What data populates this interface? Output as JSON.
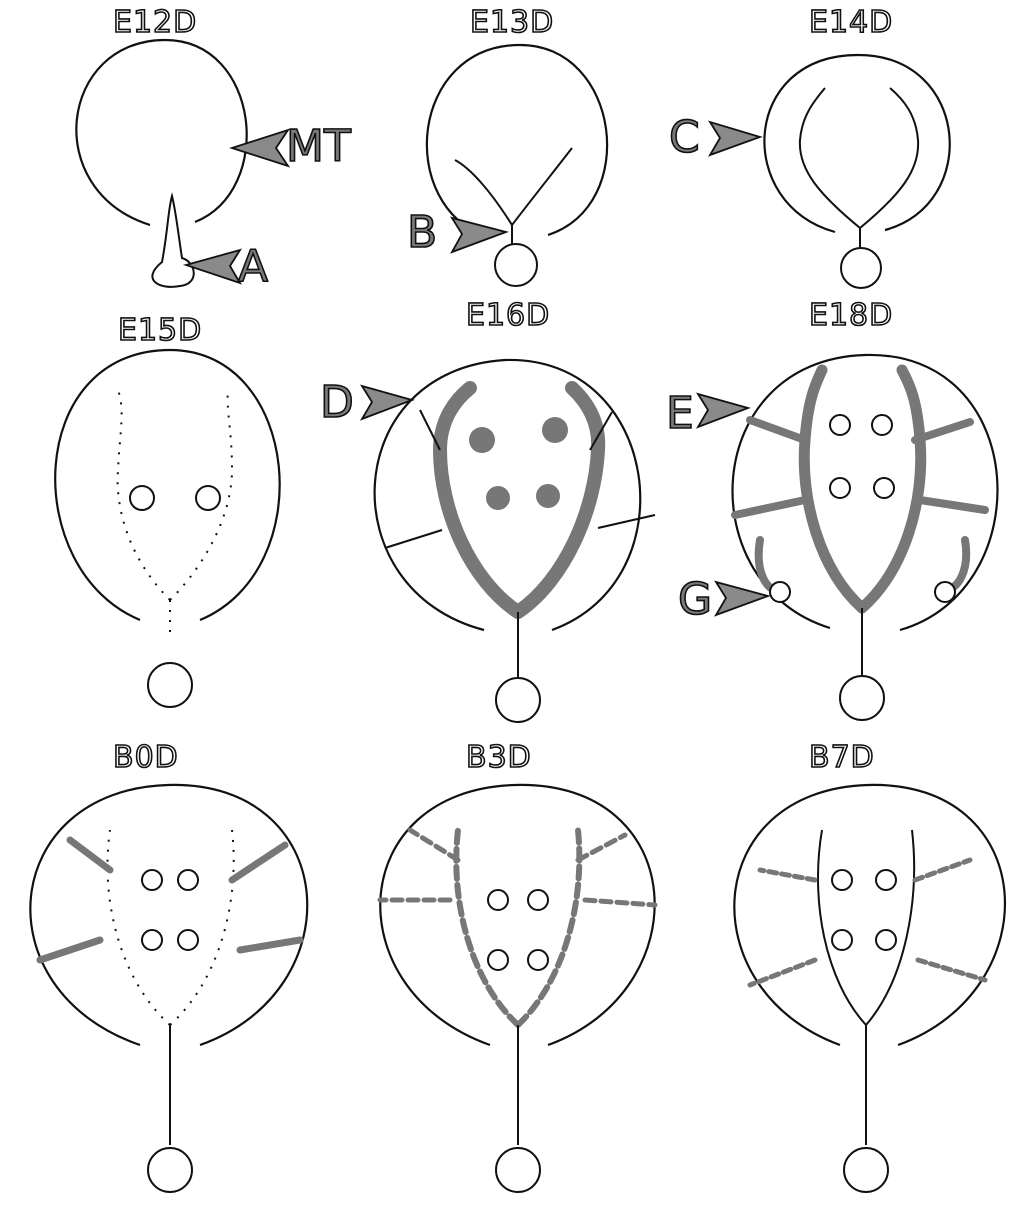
{
  "stages": [
    {
      "id": "e12",
      "title": "E12D"
    },
    {
      "id": "e13",
      "title": "E13D"
    },
    {
      "id": "e14",
      "title": "E14D"
    },
    {
      "id": "e15",
      "title": "E15D"
    },
    {
      "id": "e16",
      "title": "E16D"
    },
    {
      "id": "e18",
      "title": "E18D"
    },
    {
      "id": "b0",
      "title": "B0D"
    },
    {
      "id": "b3",
      "title": "B3D"
    },
    {
      "id": "b7",
      "title": "B7D"
    }
  ],
  "callouts": {
    "mt": "MT",
    "a": "A",
    "b": "B",
    "c": "C",
    "d": "D",
    "e": "E",
    "g": "G"
  },
  "colors": {
    "line": "#111111",
    "duct_fill": "#777777",
    "arrow_fill": "#8a8a8a"
  }
}
